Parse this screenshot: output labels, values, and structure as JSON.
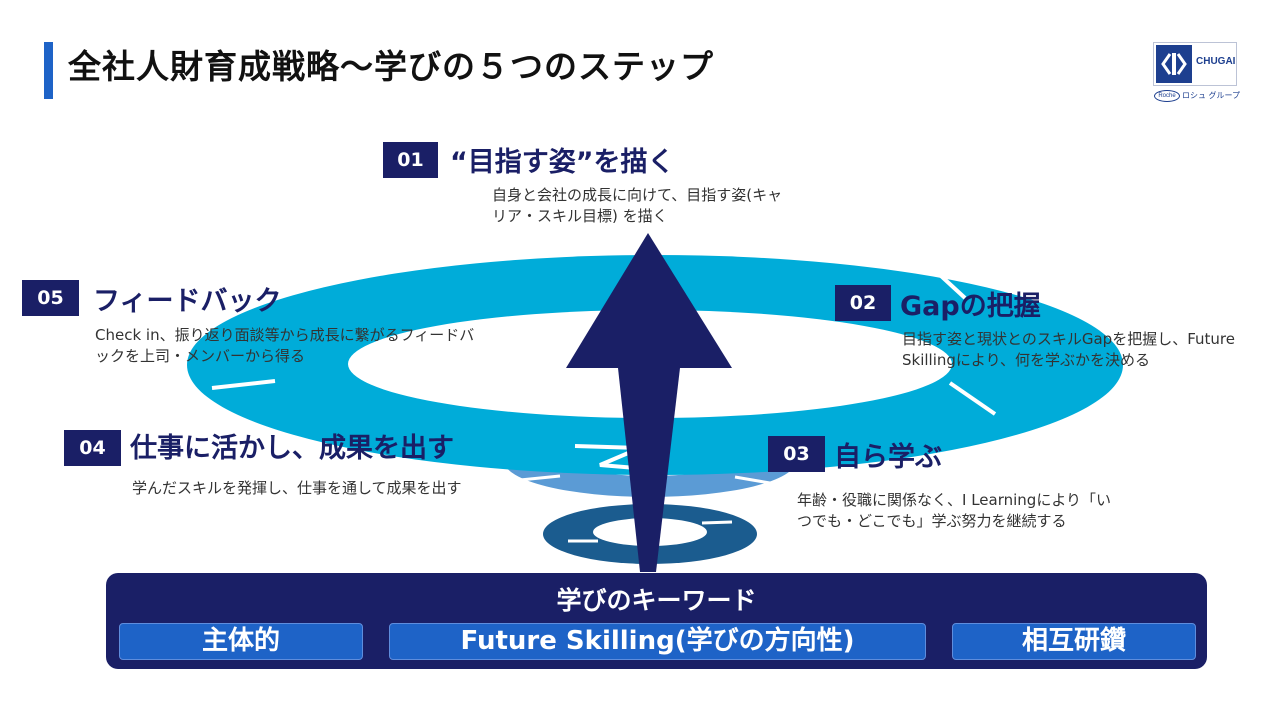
{
  "title": "全社人財育成戦略～学びの５つのステップ",
  "logo": {
    "company": "CHUGAI",
    "roche_mark": "Roche",
    "group": "ロシュ グループ"
  },
  "colors": {
    "navy": "#1a1f66",
    "cyan": "#00acd9",
    "mid_blue": "#5b9bd5",
    "deep_blue": "#1b5c8f",
    "accent": "#1e63c7"
  },
  "steps": [
    {
      "num": "01",
      "title": "“目指す姿”を描く",
      "desc": "自身と会社の成長に向けて、目指す姿(キャリア・スキル目標) を描く"
    },
    {
      "num": "02",
      "title": "Gapの把握",
      "desc": "目指す姿と現状とのスキルGapを把握し、Future Skillingにより、何を学ぶかを決める"
    },
    {
      "num": "03",
      "title": "自ら学ぶ",
      "desc": "年齢・役職に関係なく、I Learningにより「いつでも・どこでも」学ぶ努力を継続する"
    },
    {
      "num": "04",
      "title": "仕事に活かし、成果を出す",
      "desc": "学んだスキルを発揮し、仕事を通して成果を出す"
    },
    {
      "num": "05",
      "title": "フィードバック",
      "desc": "Check in、振り返り面談等から成長に繋がるフィードバックを上司・メンバーから得る"
    }
  ],
  "keywords": {
    "heading": "学びのキーワード",
    "items": [
      "主体的",
      "Future Skilling(学びの方向性)",
      "相互研鑽"
    ]
  }
}
